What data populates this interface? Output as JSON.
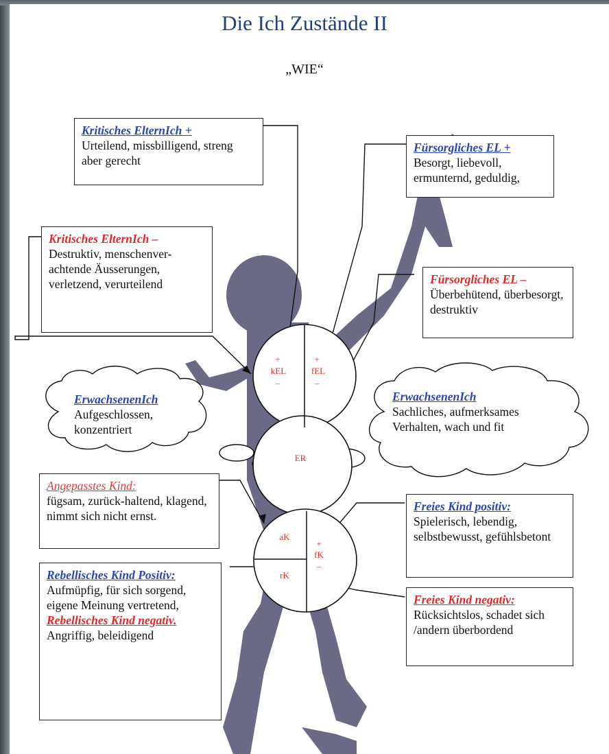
{
  "title": "Die Ich Zustände II",
  "subtitle": "„WIE“",
  "boxes": {
    "kel_pos": {
      "head": "Kritisches ElternIch +",
      "body": "Urteilend, missbilligend, streng aber gerecht"
    },
    "fel_pos": {
      "head": "Fürsorgliches EL +",
      "body": "Besorgt, liebevoll, ermunternd, geduldig,"
    },
    "kel_neg": {
      "head": "Kritisches ElternIch –",
      "body": "Destruktiv, menschenver-achtende Äusserungen, verletzend, verurteilend"
    },
    "fel_neg": {
      "head": "Fürsorgliches EL –",
      "body": "Überbehütend, überbesorgt, destruktiv"
    },
    "er_left": {
      "head": "ErwachsenenIch",
      "body": "Aufgeschlossen, konzentriert"
    },
    "er_right": {
      "head": "ErwachsenenIch",
      "body": "Sachliches, aufmerksames Verhalten, wach und fit"
    },
    "ak": {
      "head": "Angepasstes Kind:",
      "body": "fügsam, zurück-haltend, klagend, nimmt sich nicht ernst."
    },
    "fk_pos": {
      "head": "Freies Kind positiv:",
      "body": "Spielerisch, lebendig, selbstbewusst, gefühlsbetont"
    },
    "rk": {
      "head_pos": "Rebellisches Kind Positiv:",
      "body_pos": "Aufmüpfig, für sich sorgend, eigene Meinung vertretend,",
      "head_neg": "Rebellisches Kind negativ.",
      "body_neg": "Angriffig, beleidigend"
    },
    "fk_neg": {
      "head": "Freies Kind negativ:",
      "body": "Rücksichtslos, schadet sich /andern überbordend"
    }
  },
  "circles": {
    "top": {
      "plus1": "+",
      "left": "kEL",
      "minus1": "–",
      "plus2": "+",
      "right": "fEL",
      "minus2": "–"
    },
    "mid": {
      "label": "ER"
    },
    "bottom": {
      "ak": "aK",
      "rk": "rK",
      "plus": "+",
      "fk": "fK",
      "minus": "–"
    }
  },
  "colors": {
    "figure": "#6b6a86",
    "blue": "#2a46b0",
    "red": "#e02a2a",
    "frame": "#4f5663"
  }
}
